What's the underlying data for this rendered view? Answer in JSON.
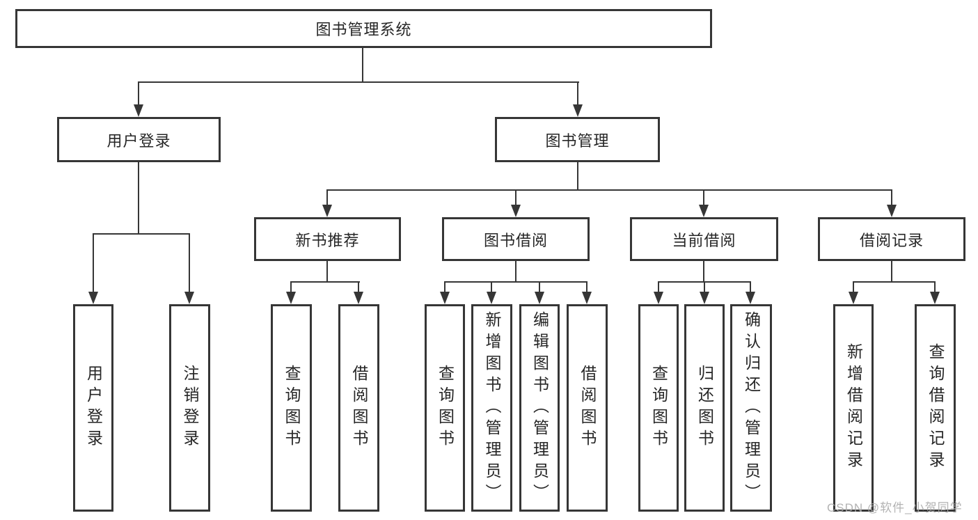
{
  "colors": {
    "line": "#363636",
    "text": "#262626",
    "background": "#ffffff",
    "watermark": "#ababab"
  },
  "watermark": {
    "text": "CSDN @软件_小贺同学"
  },
  "tree": {
    "root": {
      "label": "图书管理系统"
    },
    "branches": [
      {
        "label": "用户登录",
        "leaves": [
          {
            "label": "用户登录"
          },
          {
            "label": "注销登录"
          }
        ]
      },
      {
        "label": "图书管理",
        "groups": [
          {
            "label": "新书推荐",
            "leaves": [
              {
                "label": "查询图书"
              },
              {
                "label": "借阅图书"
              }
            ]
          },
          {
            "label": "图书借阅",
            "leaves": [
              {
                "label": "查询图书"
              },
              {
                "label": "新增图书（管理员）"
              },
              {
                "label": "编辑图书（管理员）"
              },
              {
                "label": "借阅图书"
              }
            ]
          },
          {
            "label": "当前借阅",
            "leaves": [
              {
                "label": "查询图书"
              },
              {
                "label": "归还图书"
              },
              {
                "label": "确认归还（管理员）"
              }
            ]
          },
          {
            "label": "借阅记录",
            "leaves": [
              {
                "label": "新增借阅记录"
              },
              {
                "label": "查询借阅记录"
              }
            ]
          }
        ]
      }
    ]
  }
}
